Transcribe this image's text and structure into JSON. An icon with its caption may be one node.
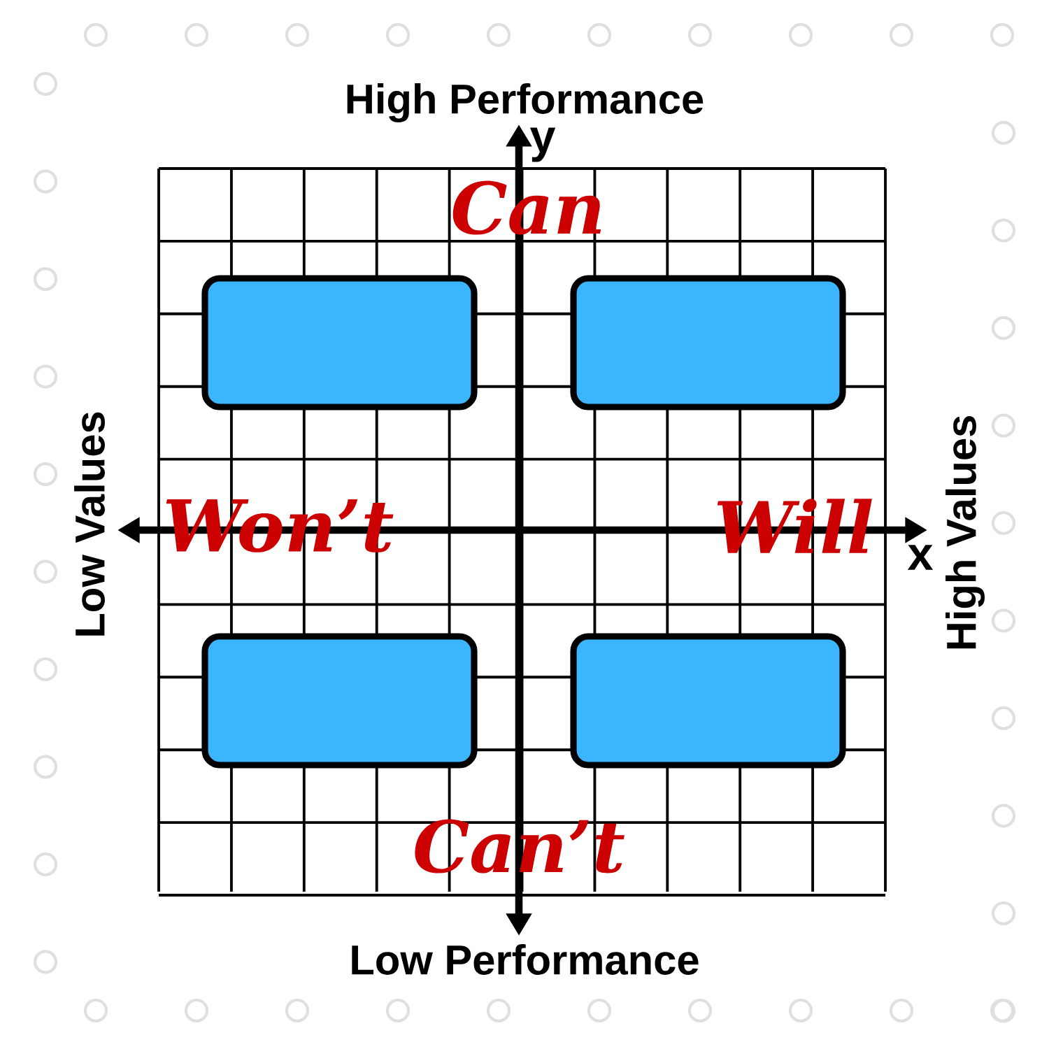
{
  "diagram": {
    "nodes": [
      {
        "text": [],
        "shape": "box"
      },
      {
        "text": [],
        "shape": "box"
      },
      {
        "text": [],
        "shape": "box"
      },
      {
        "text": [],
        "shape": "box"
      }
    ],
    "labels": [
      "High Performance",
      "y",
      "Can",
      "Low Values",
      "Won’t",
      "Will",
      "x",
      "High Values",
      "Can’t",
      "Low Performance"
    ]
  }
}
